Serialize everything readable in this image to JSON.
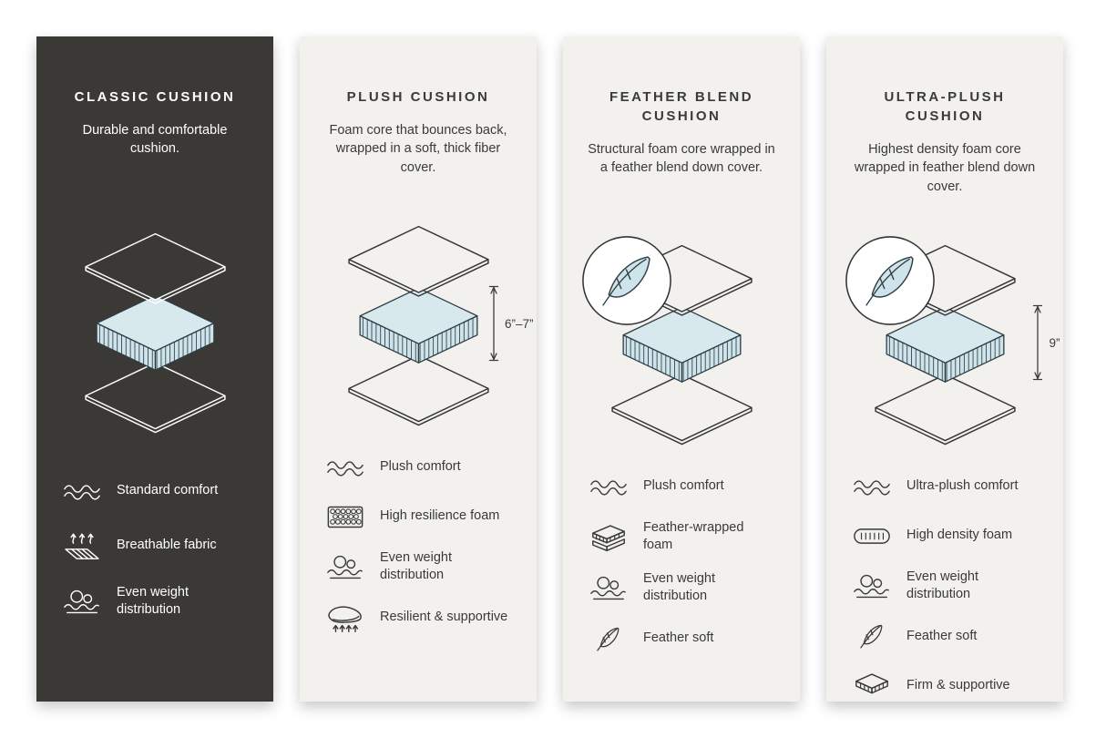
{
  "colors": {
    "page_bg": "#ffffff",
    "dark_card_bg": "#3b3936",
    "light_card_bg": "#f2f1ee",
    "cushion_core_fill": "#cfe4ea",
    "ink": "#303030"
  },
  "cards": [
    {
      "title": "CLASSIC CUSHION",
      "description": "Durable and comfortable cushion.",
      "features": [
        {
          "icon": "waves-icon",
          "label": "Standard comfort"
        },
        {
          "icon": "breathable-fabric-icon",
          "label": "Breathable fabric"
        },
        {
          "icon": "weight-distribution-icon",
          "label": "Even weight distribution"
        }
      ]
    },
    {
      "title": "PLUSH CUSHION",
      "description": "Foam core that bounces back, wrapped in a soft, thick fiber cover.",
      "measurement": "6”–7”",
      "features": [
        {
          "icon": "waves-icon",
          "label": "Plush comfort"
        },
        {
          "icon": "foam-cells-icon",
          "label": "High resilience foam"
        },
        {
          "icon": "weight-distribution-icon",
          "label": "Even weight distribution"
        },
        {
          "icon": "resilient-cushion-icon",
          "label": "Resilient & supportive"
        }
      ]
    },
    {
      "title": "FEATHER BLEND CUSHION",
      "description": "Structural foam core wrapped in a feather blend down cover.",
      "badge": "feather",
      "features": [
        {
          "icon": "waves-icon",
          "label": "Plush comfort"
        },
        {
          "icon": "layered-foam-icon",
          "label": "Feather-wrapped foam"
        },
        {
          "icon": "weight-distribution-icon",
          "label": "Even weight distribution"
        },
        {
          "icon": "feather-icon",
          "label": "Feather soft"
        }
      ]
    },
    {
      "title": "ULTRA-PLUSH CUSHION",
      "description": "Highest density foam core wrapped in feather blend down cover.",
      "badge": "feather",
      "measurement": "9”",
      "features": [
        {
          "icon": "waves-icon",
          "label": "Ultra-plush comfort"
        },
        {
          "icon": "high-density-foam-icon",
          "label": "High density foam"
        },
        {
          "icon": "weight-distribution-icon",
          "label": "Even weight distribution"
        },
        {
          "icon": "feather-icon",
          "label": "Feather soft"
        },
        {
          "icon": "firm-cushion-icon",
          "label": "Firm & supportive"
        }
      ]
    }
  ]
}
